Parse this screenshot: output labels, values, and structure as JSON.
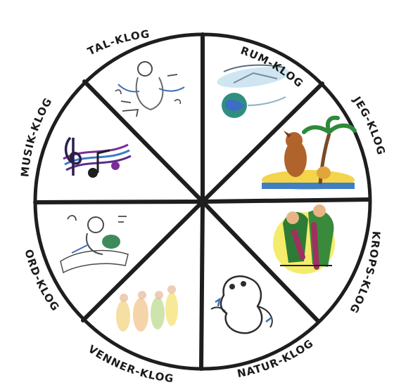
{
  "wheel": {
    "segments": [
      {
        "id": "rum",
        "label": "RUM-KLOG",
        "icon": "space-planet-icon"
      },
      {
        "id": "jeg",
        "label": "JEG-KLOG",
        "icon": "dog-island-icon"
      },
      {
        "id": "krops",
        "label": "KROPS-KLOG",
        "icon": "people-moving-icon"
      },
      {
        "id": "natur",
        "label": "NATUR-KLOG",
        "icon": "frog-icon"
      },
      {
        "id": "venner",
        "label": "VENNER-KLOG",
        "icon": "friends-group-icon"
      },
      {
        "id": "ord",
        "label": "ORD-KLOG",
        "icon": "person-reading-icon"
      },
      {
        "id": "musik",
        "label": "MUSIK-KLOG",
        "icon": "music-notes-icon"
      },
      {
        "id": "tal",
        "label": "TAL-KLOG",
        "icon": "numbers-person-icon"
      }
    ],
    "colors": {
      "line": "#1e1e1e",
      "background": "#ffffff"
    }
  }
}
